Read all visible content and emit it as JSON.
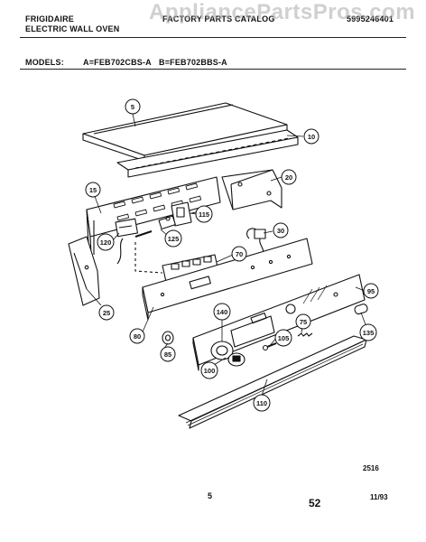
{
  "header": {
    "brand": "FRIGIDAIRE",
    "appliance": "ELECTRIC WALL OVEN",
    "catalog_title": "FACTORY PARTS CATALOG",
    "catalog_number": "5995246401"
  },
  "watermark": "AppliancePartsPros.com",
  "models": {
    "label": "MODELS:",
    "a": "A=FEB702CBS-A",
    "b": "B=FEB702BBS-A"
  },
  "callouts": [
    "5",
    "10",
    "15",
    "20",
    "25",
    "30",
    "70",
    "80",
    "85",
    "95",
    "100",
    "105",
    "110",
    "115",
    "120",
    "125",
    "135",
    "140",
    "75"
  ],
  "footer": {
    "drawing_number": "2516",
    "section": "5",
    "page": "52",
    "date": "11/93"
  }
}
